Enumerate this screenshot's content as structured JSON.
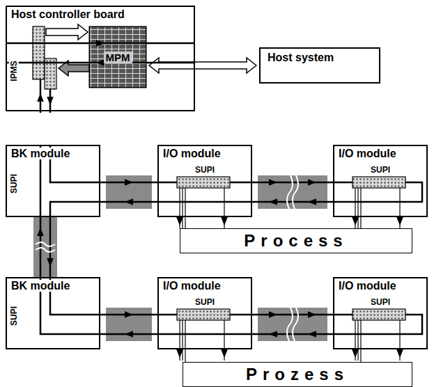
{
  "diagram": {
    "nodes": [
      {
        "text": [
          "Host controller board",
          "IPMS"
        ]
      },
      {
        "text": [
          "MPM"
        ],
        "in": 0
      },
      {
        "text": [
          "Host system"
        ]
      },
      {
        "text": [
          "BK module",
          "SUPI"
        ]
      },
      {
        "text": [
          "I/O module",
          "SUPI"
        ]
      },
      {
        "text": [
          "I/O module",
          "SUPI"
        ]
      },
      {
        "text": [
          "Process"
        ]
      },
      {
        "text": [
          "BK module",
          "SUPI"
        ]
      },
      {
        "text": [
          "I/O module",
          "SUPI"
        ]
      },
      {
        "text": [
          "I/O module",
          "SUPI"
        ]
      },
      {
        "text": [
          "Prozess"
        ]
      }
    ],
    "edges": [
      {
        "from": 1,
        "to": 2,
        "arrow": "both"
      },
      {
        "from": 0,
        "to": 3,
        "arrow": "both"
      },
      {
        "from": 3,
        "to": 4,
        "arrow": "both"
      },
      {
        "from": 4,
        "to": 5,
        "arrow": "both"
      },
      {
        "from": 3,
        "to": 7,
        "arrow": "both"
      },
      {
        "from": 7,
        "to": 8,
        "arrow": "both"
      },
      {
        "from": 8,
        "to": 9,
        "arrow": "both"
      },
      {
        "from": 4,
        "to": 6,
        "arrow": "none"
      },
      {
        "from": 5,
        "to": 6,
        "arrow": "none"
      },
      {
        "from": 8,
        "to": 10,
        "arrow": "none"
      },
      {
        "from": 9,
        "to": 10,
        "arrow": "none"
      }
    ]
  }
}
